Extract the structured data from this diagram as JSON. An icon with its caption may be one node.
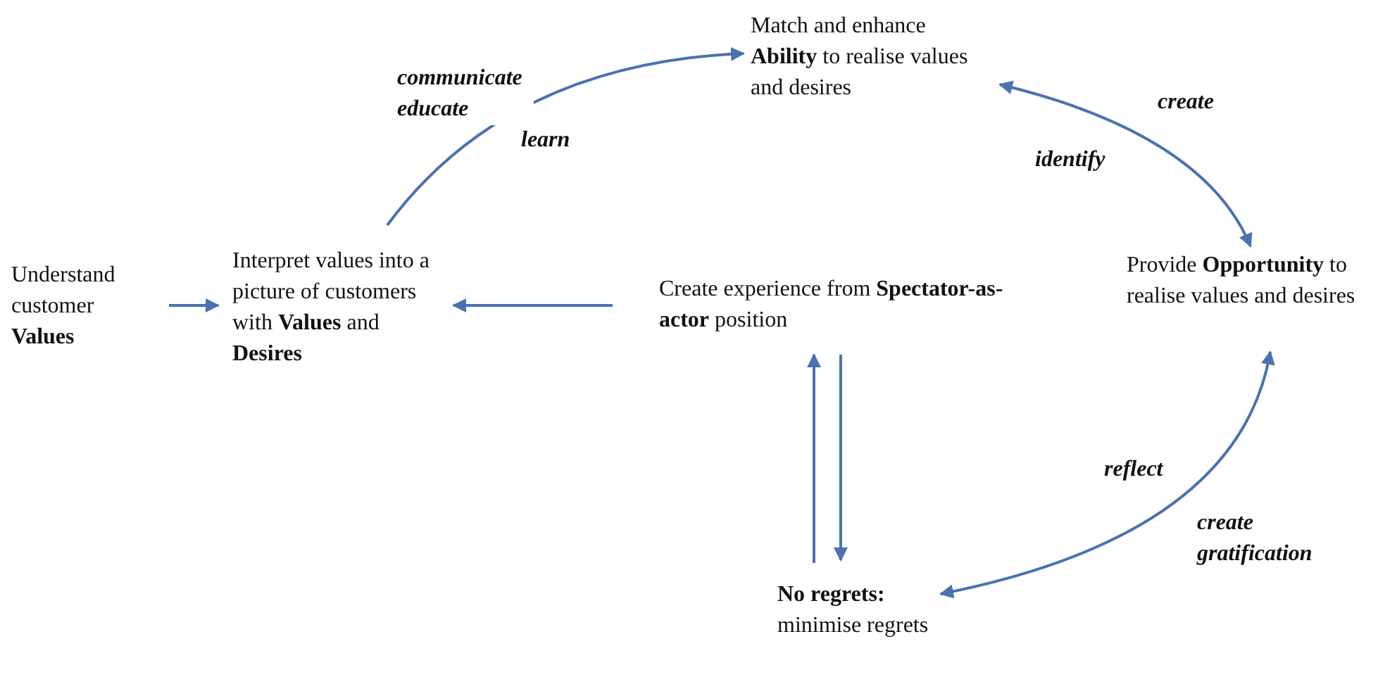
{
  "diagram": {
    "nodes": [
      {
        "text": [
          "Understand customer **Values**"
        ]
      },
      {
        "text": [
          "Interpret values into a picture of customers with **Values** and **Desires**"
        ]
      },
      {
        "text": [
          "Match and enhance **Ability** to realise values and desires"
        ]
      },
      {
        "text": [
          "Provide **Opportunity** to realise values and desires"
        ]
      },
      {
        "text": [
          "Create experience from **Spectator-as-actor** position"
        ]
      },
      {
        "text": [
          "**No regrets:** minimise regrets"
        ]
      }
    ],
    "edges": [
      {
        "from": 0,
        "to": 1,
        "arrow": "to"
      },
      {
        "from": 1,
        "to": 2,
        "arrow": "to",
        "label": "communicate educate"
      },
      {
        "from": 2,
        "to": 3,
        "arrow": "both",
        "label": "create"
      },
      {
        "from": 4,
        "to": 1,
        "arrow": "to"
      },
      {
        "from": 5,
        "to": 4,
        "arrow": "to"
      },
      {
        "from": 4,
        "to": 5,
        "arrow": "to"
      },
      {
        "from": 3,
        "to": 5,
        "arrow": "both",
        "label": "create gratification"
      }
    ],
    "labels": [
      "learn",
      "identify",
      "reflect"
    ]
  }
}
